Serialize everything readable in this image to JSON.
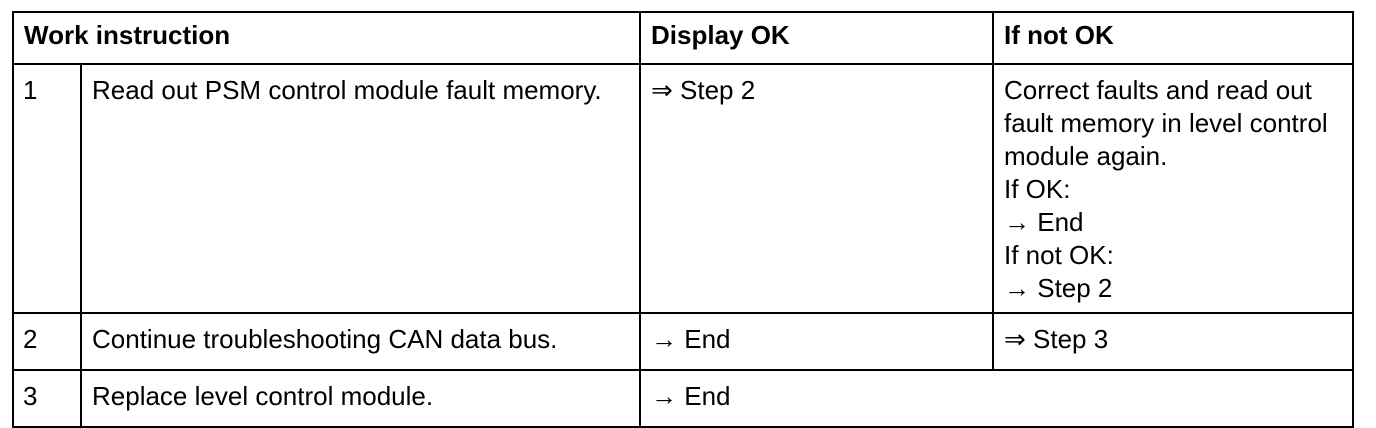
{
  "table": {
    "headers": {
      "work_instruction": "Work instruction",
      "display_ok": "Display OK",
      "if_not_ok": "If not OK"
    },
    "rows": [
      {
        "step": "1",
        "instruction": "Read out PSM control module fault memory.",
        "display_ok": "⇒ Step 2",
        "if_not_ok": [
          "Correct faults and read out",
          "fault memory in level control",
          "module again.",
          "If OK:",
          "→ End",
          "If not OK:",
          "→ Step 2"
        ]
      },
      {
        "step": "2",
        "instruction": "Continue troubleshooting CAN data bus.",
        "display_ok": "→ End",
        "if_not_ok": [
          "⇒ Step 3"
        ]
      },
      {
        "step": "3",
        "instruction": "Replace level control module.",
        "display_ok": "→ End"
      }
    ]
  }
}
